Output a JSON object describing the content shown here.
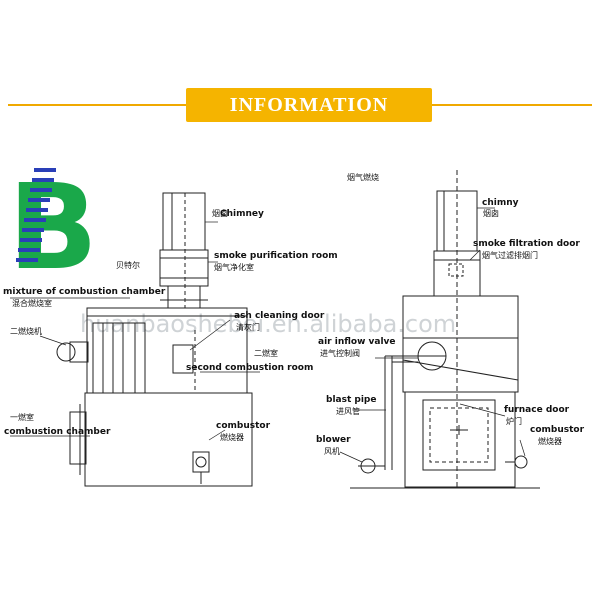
{
  "banner": {
    "title": "INFORMATION",
    "color": "#f5b400"
  },
  "logo": {
    "letter": "B",
    "name_cn": "贝特尔",
    "colors": [
      "#2a3fb8",
      "#1aa84a"
    ]
  },
  "watermark": "huanbaoshebei.en.alibaba.com",
  "left_diagram": {
    "chimney_en": "Chimney",
    "chimney_cn": "烟囱",
    "smoke_room_en": "smoke purification room",
    "smoke_room_cn": "烟气净化室",
    "mixture_en": "mixture of combustion chamber",
    "mixture_cn": "混合燃烧室",
    "burner_cn": "二燃烧机",
    "ash_door_en": "ash cleaning door",
    "ash_door_cn": "清灰门",
    "second_cn": "二燃室",
    "second_en": "second combustion room",
    "first_cn": "一燃室",
    "combustion_en": "combustion chamber",
    "combustor_en": "combustor",
    "combustor_cn": "燃烧器"
  },
  "right_diagram": {
    "top_cn": "烟气燃烧",
    "chimney_en": "chimny",
    "chimney_cn": "烟囱",
    "filter_en": "smoke filtration door",
    "filter_cn": "烟气过滤排烟门",
    "air_valve_en": "air inflow valve",
    "air_valve_cn": "进气控制阀",
    "blast_en": "blast pipe",
    "blast_cn": "进风管",
    "blower_en": "blower",
    "blower_cn": "风机",
    "furnace_en": "furnace door",
    "furnace_cn": "炉门",
    "combustor_en": "combustor",
    "combustor_cn": "燃烧器"
  }
}
